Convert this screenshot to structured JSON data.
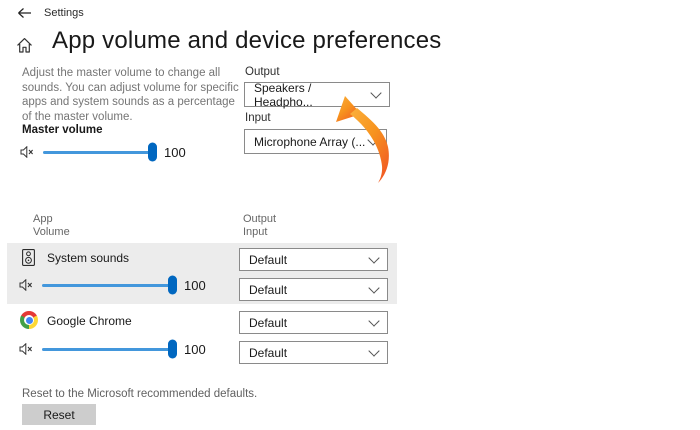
{
  "titlebar": {
    "title": "Settings"
  },
  "page": {
    "title": "App volume and device preferences"
  },
  "master": {
    "description": "Adjust the master volume to change all sounds. You can adjust volume for specific apps and system sounds as a percentage of the master volume.",
    "label": "Master volume",
    "volume": "100",
    "muted": true
  },
  "devices": {
    "output_label": "Output",
    "output_value": "Speakers / Headpho...",
    "input_label": "Input",
    "input_value": "Microphone Array (..."
  },
  "list_headers": {
    "col1_line1": "App",
    "col1_line2": "Volume",
    "col2_line1": "Output",
    "col2_line2": "Input"
  },
  "apps": [
    {
      "name": "System sounds",
      "icon": "system-sounds-icon",
      "volume": "100",
      "output": "Default",
      "input": "Default",
      "highlighted": true
    },
    {
      "name": "Google Chrome",
      "icon": "chrome-icon",
      "volume": "100",
      "output": "Default",
      "input": "Default",
      "highlighted": false
    }
  ],
  "footer": {
    "reset_description": "Reset to the Microsoft recommended defaults.",
    "reset_button": "Reset"
  },
  "colors": {
    "accent_thumb_blue": "#0067c0",
    "track_blue": "#4397dc",
    "row_highlight": "#ececec",
    "arrow_orange_light": "#fbb03b",
    "arrow_orange_dark": "#f15a24"
  }
}
